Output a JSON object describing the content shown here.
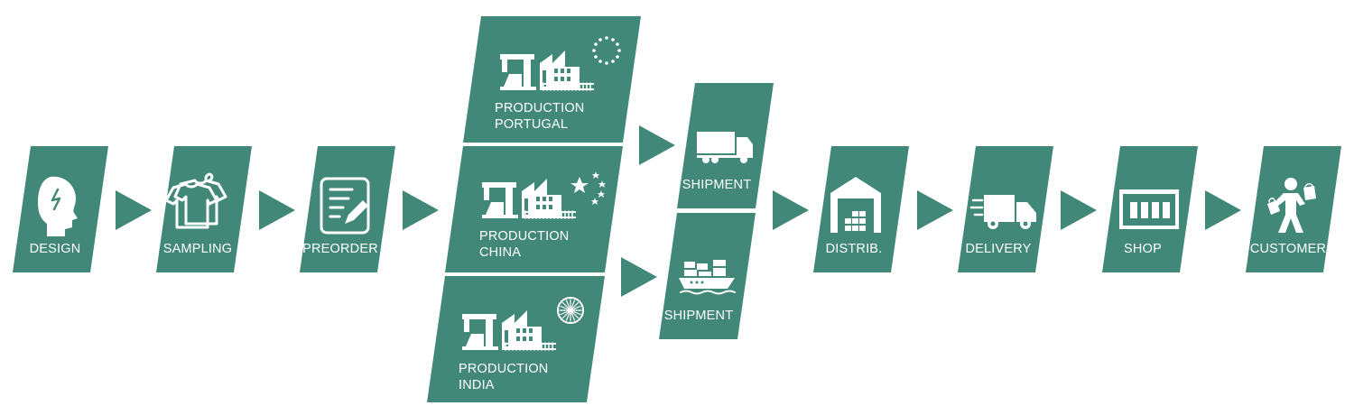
{
  "steps": {
    "design": "DESIGN",
    "sampling": "SAMPLING",
    "preorder": "PREORDER",
    "production_portugal": [
      "PRODUCTION",
      "PORTUGAL"
    ],
    "production_china": [
      "PRODUCTION",
      "CHINA"
    ],
    "production_india": [
      "PRODUCTION",
      "INDIA"
    ],
    "shipment_truck": "SHIPMENT",
    "shipment_ship": "SHIPMENT",
    "distrib": "DISTRIB.",
    "delivery": "DELIVERY",
    "shop": "SHOP",
    "customer": "CUSTOMER"
  },
  "icons": {
    "design": "head-brain-icon",
    "sampling": "tshirt-hanger-icon",
    "preorder": "order-form-icon",
    "production": "sewing-machine-factory-icon",
    "portugal_flag": "eu-stars-icon",
    "china_flag": "china-stars-icon",
    "india_flag": "ashoka-chakra-icon",
    "shipment_truck": "truck-icon",
    "shipment_ship": "cargo-ship-icon",
    "distrib": "warehouse-icon",
    "delivery": "delivery-van-icon",
    "shop": "storefront-icon",
    "customer": "shopper-icon"
  },
  "colors": {
    "box": "#418878",
    "text": "#ffffff"
  }
}
